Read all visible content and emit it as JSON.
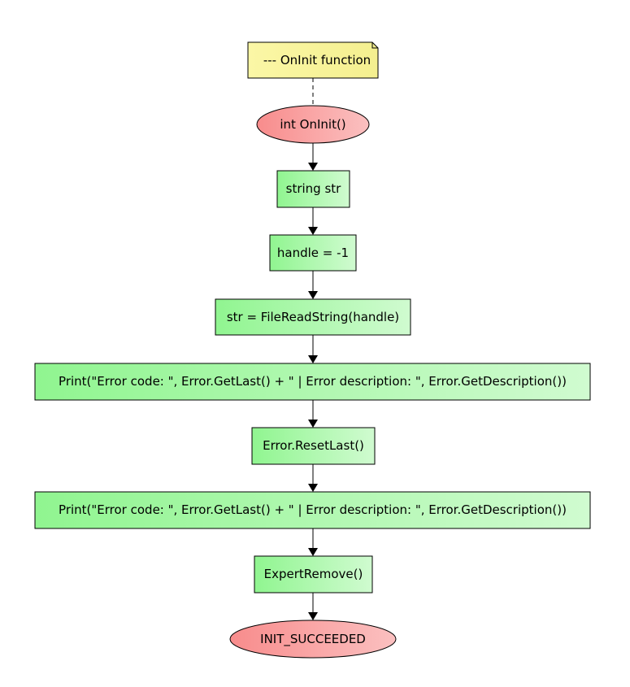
{
  "note": {
    "label": "--- OnInit function"
  },
  "start": {
    "label": "int OnInit()"
  },
  "steps": [
    {
      "label": "string str"
    },
    {
      "label": "handle = -1"
    },
    {
      "label": "str = FileReadString(handle)"
    },
    {
      "label": "Print(\"Error code: \", Error.GetLast() + \" | Error description: \", Error.GetDescription())"
    },
    {
      "label": "Error.ResetLast()"
    },
    {
      "label": "Print(\"Error code: \", Error.GetLast() + \" | Error description: \", Error.GetDescription())"
    },
    {
      "label": "ExpertRemove()"
    }
  ],
  "end": {
    "label": "INIT_SUCCEEDED"
  },
  "colors": {
    "note_fill_start": "#fbf7a6",
    "note_fill_end": "#f4ef8f",
    "terminal_fill_start": "#f88c8c",
    "terminal_fill_end": "#fbc0c0",
    "process_fill_start": "#90f590",
    "process_fill_end": "#d0fbd0",
    "stroke": "#000000"
  }
}
